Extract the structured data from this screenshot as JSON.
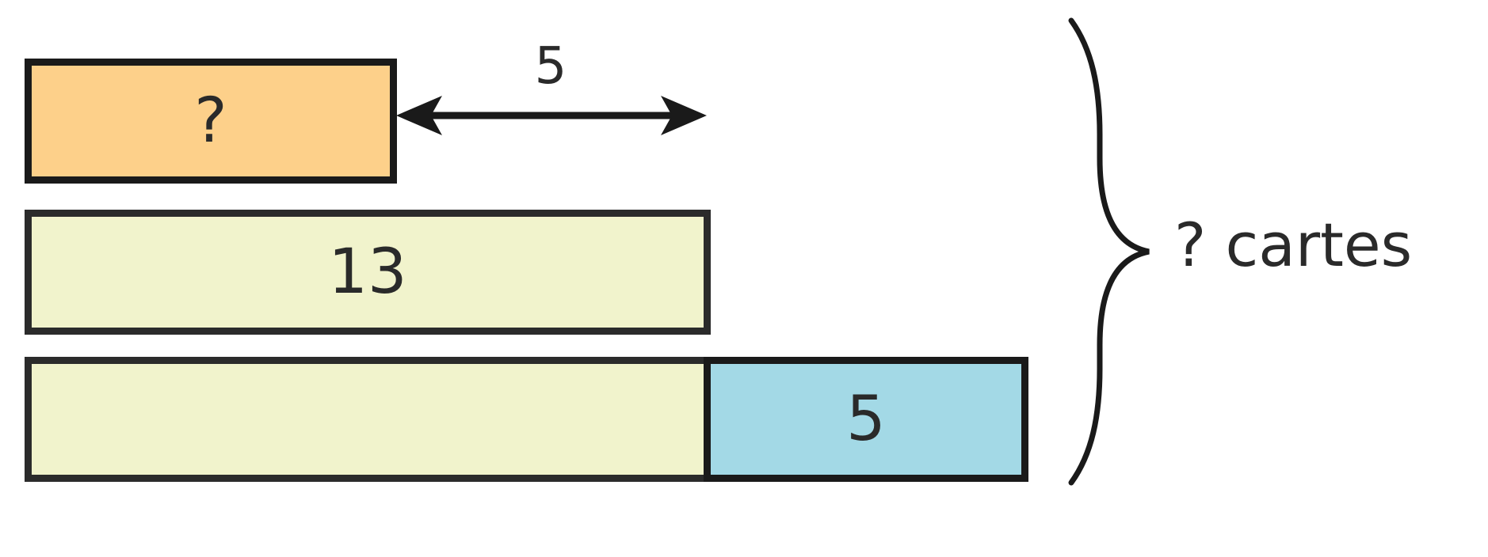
{
  "diagram": {
    "bars": {
      "unknown": {
        "label": "?",
        "color": "#fdd08a"
      },
      "thirteen": {
        "label": "13",
        "color": "#f1f3cc"
      },
      "base": {
        "label": "",
        "color": "#f1f3cc"
      },
      "extra": {
        "label": "5",
        "color": "#a3d9e6"
      }
    },
    "difference_label": "5",
    "total_label": "? cartes",
    "stroke_color": "#1a1a1a"
  }
}
